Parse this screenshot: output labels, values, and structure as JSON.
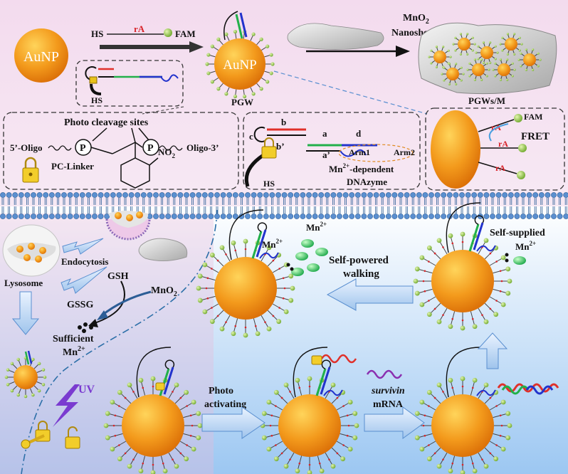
{
  "labels": {
    "aunp": "AuNP",
    "hs": "HS",
    "ra": "rA",
    "fam": "FAM",
    "pgw": "PGW",
    "mno2": "MnO",
    "mno2_sub": "2",
    "nanosheet": "Nanosheet",
    "pgws_m": "PGWs/M",
    "photo_cleavage": "Photo cleavage sites",
    "oligo5": "5’-Oligo",
    "oligo3": "Oligo-3’",
    "p": "P",
    "no2": "NO",
    "pc_linker": "PC-Linker",
    "strand_b": "b",
    "strand_a": "a",
    "strand_d": "d",
    "strand_c": "c",
    "strand_b_prime": "b’",
    "strand_a_prime": "a’",
    "arm1": "Arm1",
    "arm2": "Arm2",
    "mn_dependent": "Mn",
    "mn_dependent_sup": "2+",
    "mn_dependent_rest": "-dependent",
    "dnazyme": "DNAzyme",
    "fret": "FRET",
    "endocytosis": "Endocytosis",
    "lysosome": "Lysosome",
    "gsh": "GSH",
    "gssg": "GSSG",
    "sufficient": "Sufficient",
    "mn": "Mn",
    "mn_sup": "2+",
    "self_powered": "Self-powered",
    "walking": "walking",
    "self_supplied": "Self-supplied",
    "uv": "UV",
    "photo": "Photo",
    "activating": "activating",
    "survivin": "survivin",
    "mrna": "mRNA"
  },
  "colors": {
    "gold": "#f39a1c",
    "membrane": "#5a8fd0",
    "strand_red": "#e0302a",
    "strand_green": "#22b04a",
    "strand_blue": "#2233cc",
    "uv_purple": "#7a3bd0",
    "fam_green": "#9ad04a"
  }
}
